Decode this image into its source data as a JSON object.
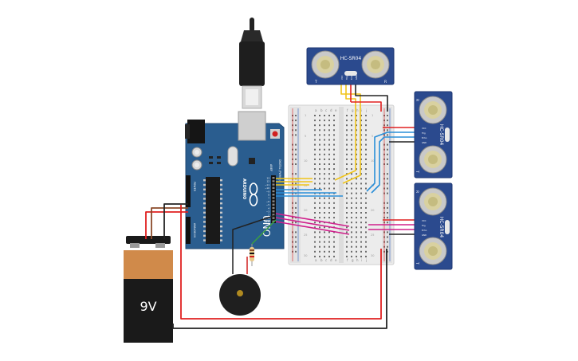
{
  "battery": {
    "label": "9V"
  },
  "arduino": {
    "brand": "ARDUINO",
    "model": "UNO",
    "header_top_label": "DIGITAL (PWM~)",
    "power_label": "POWER",
    "analog_label": "ANALOG IN",
    "aref_label": "AREF",
    "pin_labels": [
      "13",
      "12",
      "~11",
      "~10",
      "~9",
      "8",
      "7",
      "~6",
      "~5",
      "4",
      "~3",
      "2",
      "TX 1",
      "RX 0"
    ]
  },
  "sensors": [
    {
      "label": "HC-SR04",
      "trig": "Trig",
      "echo": "Echo",
      "vcc": "VCC",
      "gnd": "GND",
      "t": "T",
      "r": "R"
    },
    {
      "label": "HC-SR04",
      "trig": "Trig",
      "echo": "Echo",
      "vcc": "VCC",
      "gnd": "GND",
      "t": "T",
      "r": "R"
    },
    {
      "label": "HC-SR04",
      "trig": "Trig",
      "echo": "Echo",
      "vcc": "VCC",
      "gnd": "GND",
      "t": "T",
      "r": "R"
    }
  ],
  "breadboard": {
    "column_letters_left": [
      "a",
      "b",
      "c",
      "d",
      "e"
    ],
    "column_letters_right": [
      "f",
      "g",
      "h",
      "i",
      "j"
    ],
    "row_numbers": [
      "1",
      "5",
      "10",
      "15",
      "20",
      "25",
      "30"
    ]
  },
  "colors": {
    "arduino_blue": "#2a5d8f",
    "sensor_blue": "#2b4a8e",
    "wire_red": "#e02020",
    "wire_black": "#222222",
    "wire_yellow": "#f0c419",
    "wire_blue": "#2a8fd8",
    "wire_magenta": "#d0208c",
    "wire_brown": "#8b4a2a",
    "wire_green": "#3aa040",
    "battery_copper": "#d08a4a"
  }
}
